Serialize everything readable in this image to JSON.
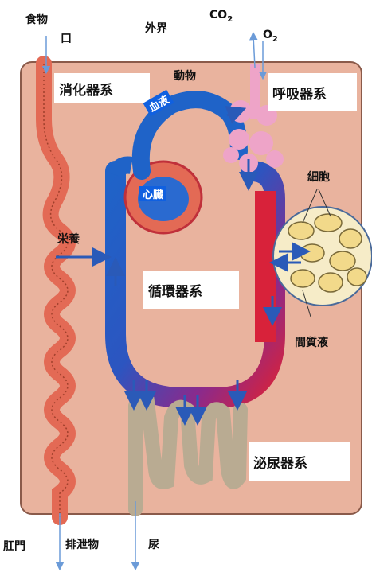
{
  "labels": {
    "food": "食物",
    "mouth": "口",
    "environment": "外界",
    "co2": "CO",
    "co2_sub": "2",
    "o2": "O",
    "o2_sub": "2",
    "animal": "動物",
    "digestive_system": "消化器系",
    "respiratory_system": "呼吸器系",
    "blood": "血液",
    "heart": "心臓",
    "cells": "細胞",
    "nutrients": "栄養",
    "circulatory_system": "循環器系",
    "interstitial_fluid": "間質液",
    "urinary_system": "泌尿器系",
    "anus": "肛門",
    "excrement": "排泄物",
    "urine": "尿"
  },
  "colors": {
    "body_fill": "#e9b39e",
    "body_stroke": "#8a5a4a",
    "artery_red": "#d8223a",
    "vein_blue": "#1f63c8",
    "gut_fill": "#e36a55",
    "lung_pink": "#eea4c8",
    "kidney_tan": "#b9ab92",
    "arrow_blue": "#2a5ab8"
  }
}
